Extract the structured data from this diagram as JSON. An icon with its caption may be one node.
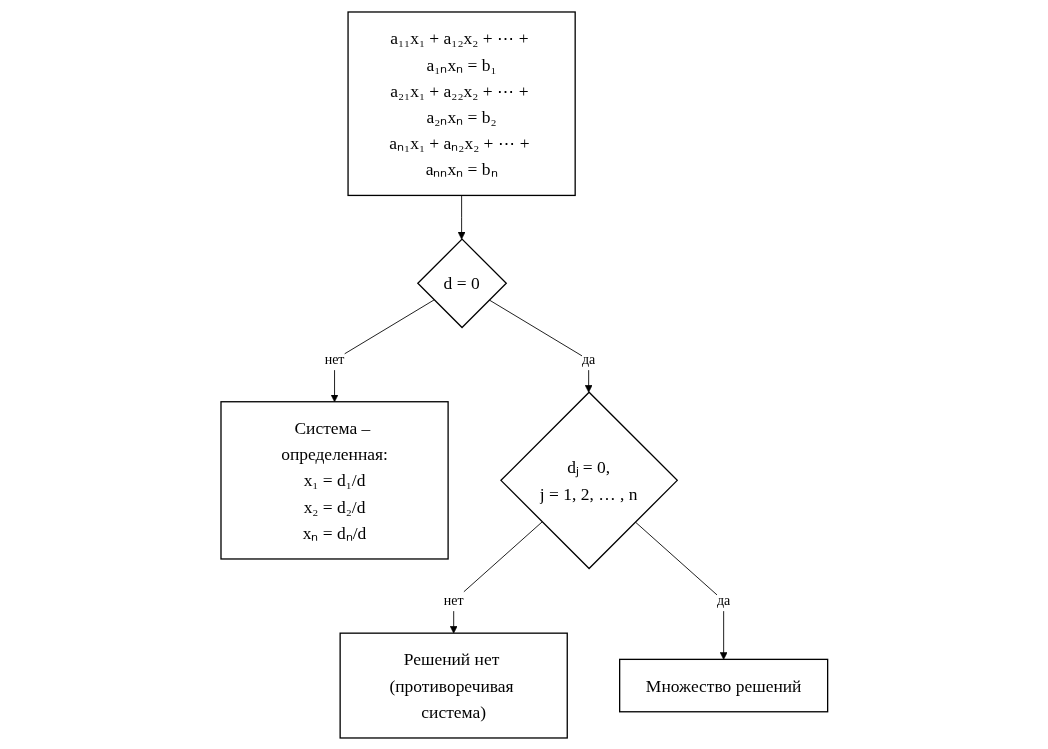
{
  "diagram": {
    "nodes": [
      {
        "text": [
          "a₁₁x₁ + a₁₂x₂ + ⋯ + a₁ₙxₙ = b₁",
          "a₂₁x₁ + a₂₂x₂ + ⋯ + a₂ₙxₙ = b₂",
          "aₙ₁x₁ + aₙ₂x₂ + ⋯ + aₙₙxₙ = bₙ"
        ]
      },
      {
        "text": [
          "d = 0"
        ]
      },
      {
        "text": [
          "Система – определенная:",
          "x₁ = d₁/d",
          "x₂ = d₂/d",
          "xₙ = dₙ/d"
        ]
      },
      {
        "text": [
          "dⱼ = 0,",
          "j = 1, 2, … , n"
        ]
      },
      {
        "text": [
          "Решений нет (противоречивая система)"
        ]
      },
      {
        "text": [
          "Множество решений"
        ]
      }
    ],
    "edges": [
      {
        "from": 0,
        "to": 1,
        "arrow": "to"
      },
      {
        "from": 1,
        "to": 2,
        "label": "нет",
        "arrow": "to"
      },
      {
        "from": 1,
        "to": 3,
        "label": "да",
        "arrow": "to"
      },
      {
        "from": 3,
        "to": 4,
        "label": "нет",
        "arrow": "to"
      },
      {
        "from": 3,
        "to": 5,
        "label": "да",
        "arrow": "to"
      }
    ]
  }
}
